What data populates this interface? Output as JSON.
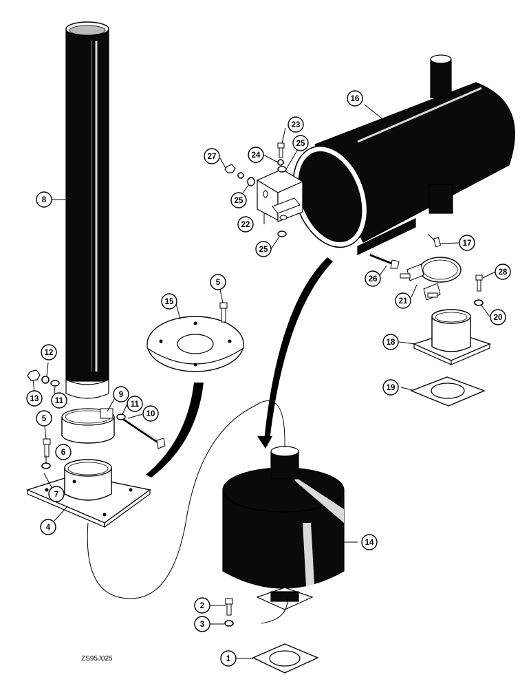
{
  "drawing_code": "ZS95J025",
  "callouts": [
    {
      "label": "1"
    },
    {
      "label": "2"
    },
    {
      "label": "3"
    },
    {
      "label": "4"
    },
    {
      "label": "5"
    },
    {
      "label": "5"
    },
    {
      "label": "6"
    },
    {
      "label": "7"
    },
    {
      "label": "8"
    },
    {
      "label": "9"
    },
    {
      "label": "10"
    },
    {
      "label": "11"
    },
    {
      "label": "11"
    },
    {
      "label": "12"
    },
    {
      "label": "13"
    },
    {
      "label": "14"
    },
    {
      "label": "15"
    },
    {
      "label": "16"
    },
    {
      "label": "17"
    },
    {
      "label": "18"
    },
    {
      "label": "19"
    },
    {
      "label": "20"
    },
    {
      "label": "21"
    },
    {
      "label": "22"
    },
    {
      "label": "23"
    },
    {
      "label": "24"
    },
    {
      "label": "25"
    },
    {
      "label": "25"
    },
    {
      "label": "25"
    },
    {
      "label": "26"
    },
    {
      "label": "27"
    },
    {
      "label": "28"
    }
  ]
}
